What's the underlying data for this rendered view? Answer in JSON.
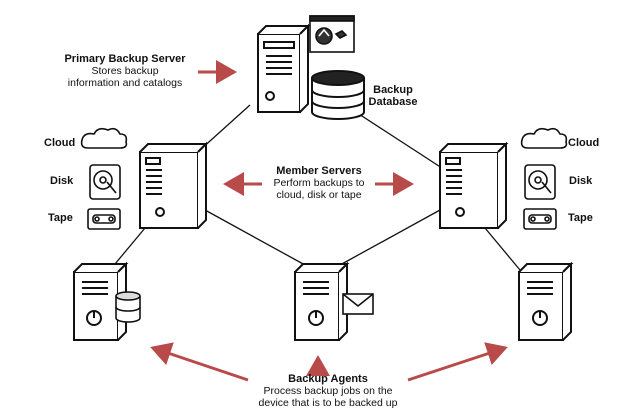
{
  "primary": {
    "title": "Primary Backup Server",
    "line1": "Stores backup",
    "line2": "information and catalogs"
  },
  "database": {
    "line1": "Backup",
    "line2": "Database"
  },
  "member": {
    "title": "Member Servers",
    "line1": "Perform backups to",
    "line2": "cloud, disk or tape"
  },
  "agents": {
    "title": "Backup Agents",
    "line1": "Process backup jobs on the",
    "line2": "device that is to be backed up"
  },
  "storage": {
    "cloud": "Cloud",
    "disk": "Disk",
    "tape": "Tape"
  },
  "colors": {
    "arrow": "#b94a4a",
    "stroke": "#111111",
    "server_fill": "#ffffff"
  },
  "icons": [
    "server-icon",
    "monitor-icon",
    "database-icon",
    "cloud-icon",
    "disk-icon",
    "tape-icon",
    "envelope-icon",
    "power-icon"
  ]
}
